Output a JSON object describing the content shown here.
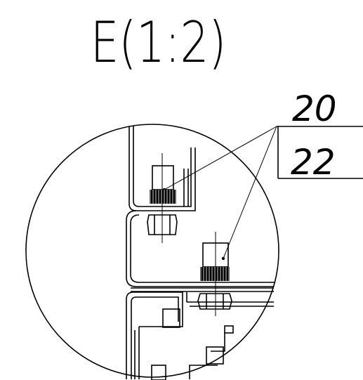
{
  "detail_view": {
    "title": "E(1:2)",
    "callouts": [
      {
        "position": "top",
        "text": "20"
      },
      {
        "position": "bottom",
        "text": "22"
      }
    ]
  }
}
